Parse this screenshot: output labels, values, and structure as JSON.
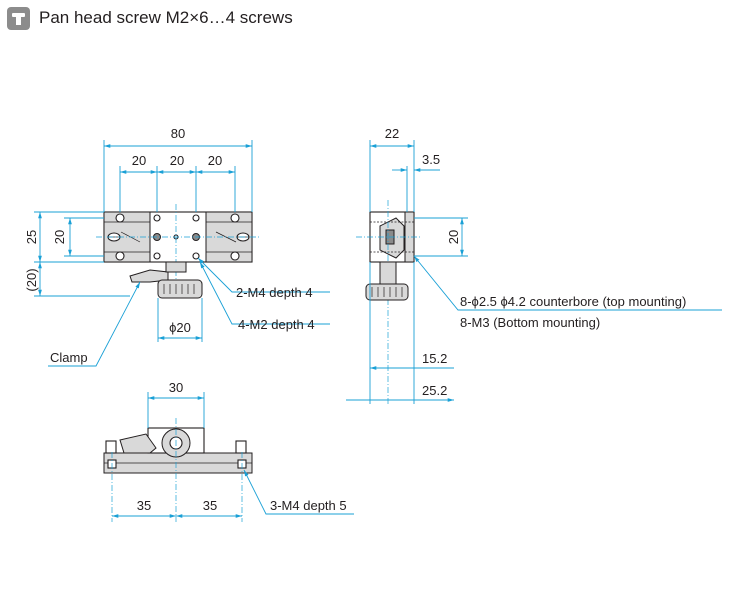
{
  "header": {
    "icon": "screw-icon",
    "title": "Pan head screw M2×6…4 screws"
  },
  "colors": {
    "dimension_line": "#1aa0d6",
    "outline": "#231f20",
    "icon_background": "#8c8c8c"
  },
  "top_view": {
    "overall_width": "80",
    "pitch_1": "20",
    "pitch_2": "20",
    "pitch_3": "20",
    "height_25": "25",
    "height_20": "20",
    "clamp_extent": "(20)",
    "knob_diameter": "ϕ20",
    "note_m4": "2-M4 depth 4",
    "note_m2": "4-M2 depth 4",
    "clamp_label": "Clamp"
  },
  "side_view": {
    "width_22": "22",
    "offset_3_5": "3.5",
    "height_20": "20",
    "note_counterbore": "8-ϕ2.5 ϕ4.2 counterbore (top mounting)",
    "note_m3": "8-M3 (Bottom mounting)",
    "dim_15_2": "15.2",
    "dim_25_2": "25.2"
  },
  "front_view": {
    "width_30": "30",
    "pitch_35_left": "35",
    "pitch_35_right": "35",
    "note_m4_depth5": "3-M4 depth 5"
  }
}
